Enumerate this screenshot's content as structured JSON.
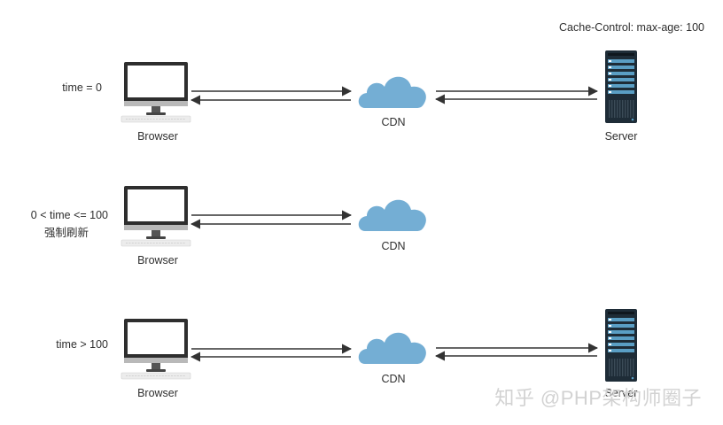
{
  "header": {
    "cache_control": "Cache-Control: max-age: 100"
  },
  "rows": [
    {
      "condition_lines": [
        "time = 0"
      ],
      "browser_label": "Browser",
      "cdn_label": "CDN",
      "server_label": "Server"
    },
    {
      "condition_lines": [
        "0 < time <= 100",
        "强制刷新"
      ],
      "browser_label": "Browser",
      "cdn_label": "CDN",
      "server_label": ""
    },
    {
      "condition_lines": [
        "time > 100"
      ],
      "browser_label": "Browser",
      "cdn_label": "CDN",
      "server_label": "Server"
    }
  ],
  "watermark": "知乎 @PHP架构师圈子",
  "icons": {
    "browser": "monitor-icon",
    "cdn": "cloud-icon",
    "server": "server-rack-icon",
    "arrow": "bidirectional-arrow-icon"
  },
  "colors": {
    "cloud": "#74aed4",
    "monitor_frame": "#2e2e2e",
    "server_body": "#1e2c37",
    "server_accent": "#5a9ec4",
    "arrow": "#333333",
    "text": "#2f2f2f",
    "watermark": "#d2d2d2"
  }
}
